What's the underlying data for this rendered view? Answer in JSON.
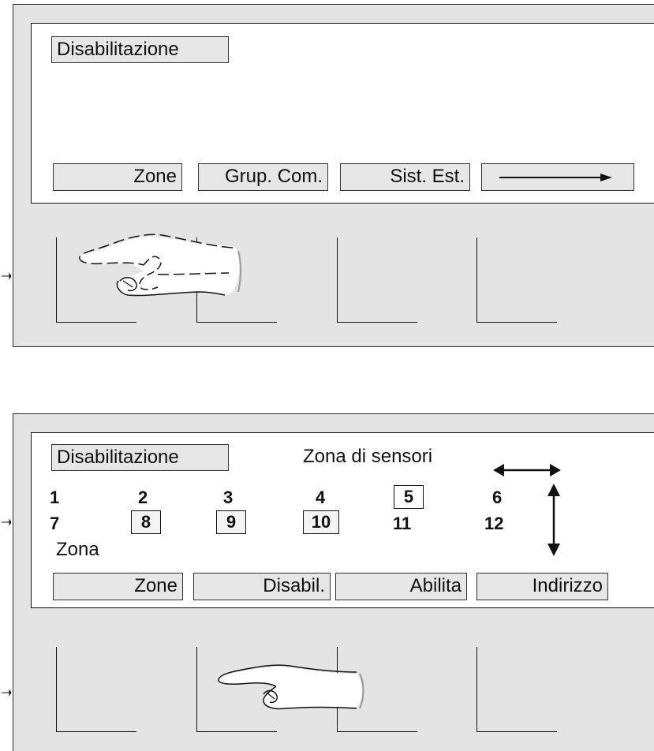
{
  "top_display": {
    "title": "Disabilitazione",
    "softkeys": [
      {
        "label": "Zone"
      },
      {
        "label": "Grup. Com."
      },
      {
        "label": "Sist. Est."
      }
    ],
    "softkey_4_icon": "right-arrow-icon"
  },
  "bottom_display": {
    "title": "Disabilitazione",
    "subtitle": "Zona di sensori",
    "zones_row1": [
      "1",
      "2",
      "3",
      "4",
      "5",
      "6"
    ],
    "zones_row2": [
      "7",
      "8",
      "9",
      "10",
      "11",
      "12"
    ],
    "zone_label": "Zona",
    "softkeys": [
      {
        "label": "Zone"
      },
      {
        "label": "Disabil."
      },
      {
        "label": "Abilita"
      },
      {
        "label": "Indirizzo"
      }
    ]
  },
  "icons": [
    "pointing-hand-icon",
    "horizontal-double-arrow-icon",
    "vertical-double-arrow-icon"
  ],
  "colors": {
    "panel": "#e4e4e4",
    "screen": "#ffffff",
    "key": "#e6e6e6",
    "ink": "#111111"
  }
}
